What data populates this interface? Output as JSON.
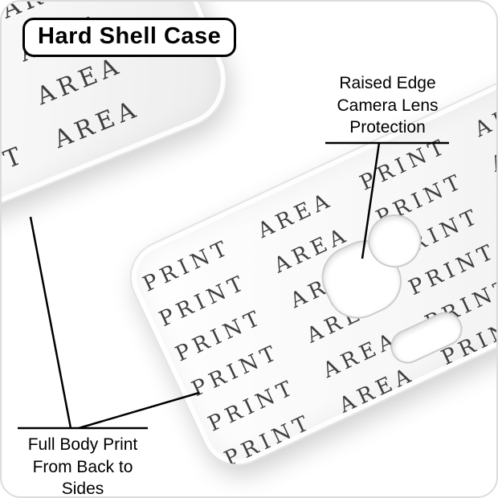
{
  "title": "Hard Shell Case",
  "annotations": {
    "camera": {
      "line1": "Raised Edge",
      "line2": "Camera Lens",
      "line3": "Protection"
    },
    "print": {
      "line1": "Full Body Print",
      "line2": "From Back to",
      "line3": "Sides"
    }
  },
  "pattern": {
    "text": "PRINT AREA"
  },
  "colors": {
    "ink": "#000000",
    "pattern_text": "#262626",
    "case_face": "#f7f7f7",
    "case_edge": "#e4e4e4"
  }
}
